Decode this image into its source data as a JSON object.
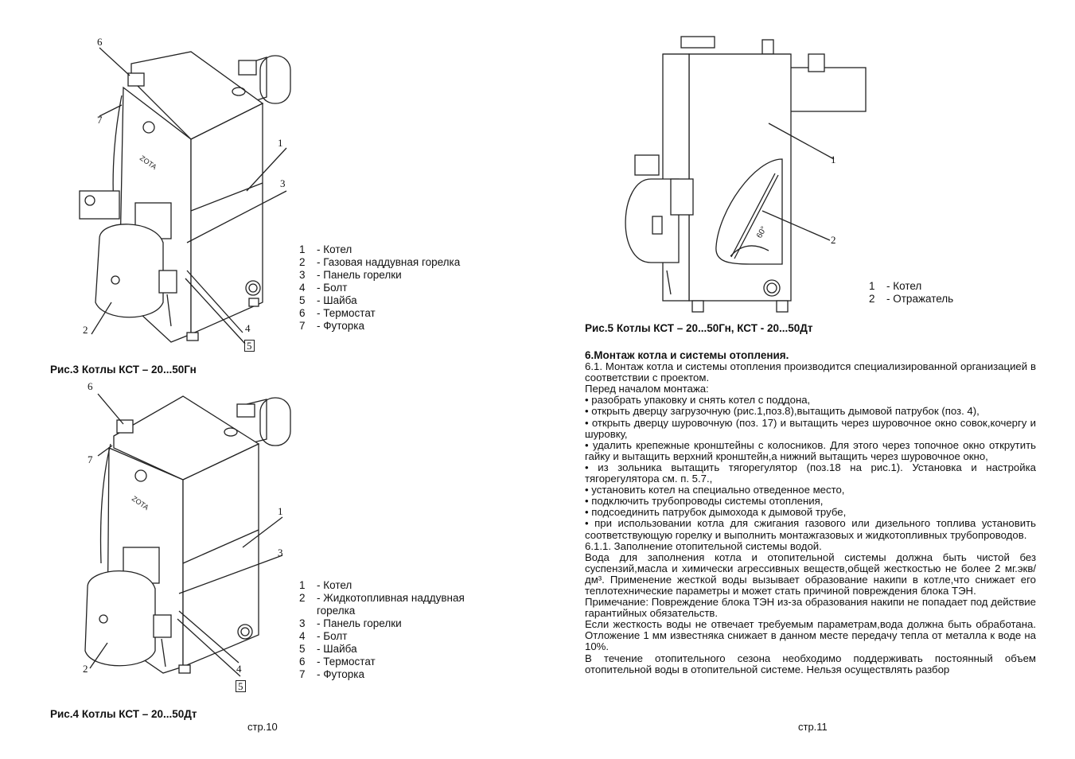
{
  "left_page": {
    "fig3": {
      "caption": "Рис.3 Котлы КСТ – 20...50Гн",
      "brand_logo": "ZOTA",
      "callouts": [
        "6",
        "7",
        "1",
        "3",
        "2",
        "4",
        "5"
      ],
      "legend": [
        {
          "n": "1",
          "t": "- Котел"
        },
        {
          "n": "2",
          "t": "- Газовая наддувная горелка"
        },
        {
          "n": "3",
          "t": "- Панель горелки"
        },
        {
          "n": "4",
          "t": "- Болт"
        },
        {
          "n": "5",
          "t": "- Шайба"
        },
        {
          "n": "6",
          "t": "- Термостат"
        },
        {
          "n": "7",
          "t": "- Футорка"
        }
      ]
    },
    "fig4": {
      "caption": "Рис.4 Котлы КСТ – 20...50Дт",
      "brand_logo": "ZOTA",
      "callouts": [
        "6",
        "7",
        "1",
        "3",
        "2",
        "4",
        "5"
      ],
      "legend": [
        {
          "n": "1",
          "t": "- Котел"
        },
        {
          "n": "2",
          "t": "- Жидкотопливная наддувная"
        },
        {
          "n": "",
          "t": "горелка"
        },
        {
          "n": "3",
          "t": "- Панель горелки"
        },
        {
          "n": "4",
          "t": "- Болт"
        },
        {
          "n": "5",
          "t": "- Шайба"
        },
        {
          "n": "6",
          "t": "- Термостат"
        },
        {
          "n": "7",
          "t": "- Футорка"
        }
      ]
    },
    "page_number": "стр.10"
  },
  "right_page": {
    "fig5": {
      "caption": "Рис.5 Котлы КСТ – 20...50Гн, КСТ - 20...50Дт",
      "callouts": [
        "1",
        "2"
      ],
      "angle_label": "60°",
      "legend": [
        {
          "n": "1",
          "t": "- Котел"
        },
        {
          "n": "2",
          "t": "- Отражатель"
        }
      ]
    },
    "section": {
      "heading": "6.Монтаж  котла и системы отопления.",
      "paragraphs": [
        "6.1. Монтаж котла и  системы отопления производится специализированной организацией в соответствии  с  проектом.",
        "Перед началом монтажа:",
        "• разобрать упаковку и  снять котел с  поддона,",
        "• открыть дверцу загрузочную (рис.1,поз.8),вытащить дымовой патрубок (поз. 4),",
        "• открыть дверцу шуровочную (поз. 17) и  вытащить через шуровочное окно совок,кочергу и  шуровку,",
        "• удалить крепежные кронштейны с  колосников. Для этого через топочное окно открутить гайку и  вытащить верхний кронштейн,а нижний вытащить через шуровочное окно,",
        "• из зольника вытащить тягорегулятор (поз.18 на рис.1). Установка и  настройка тягорегулятора см. п. 5.7.,",
        "• установить котел на специально отведенное место,",
        "• подключить трубопроводы системы отопления,",
        "• подсоединить патрубок дымохода к дымовой трубе,",
        "• при  использовании  котла для сжигания газового или  дизельного топлива установить соответствующую горелку и  выполнить монтажгазовых и жидкотопливных трубопроводов.",
        "6.1.1. Заполнение отопительной системы водой.",
        "Вода для заполнения котла и  отопительной системы должна быть чистой без суспензий,масла и  химически  агрессивных веществ,общей жесткостью не более 2 мг.экв/дм³. Применение жесткой воды вызывает образование накипи в котле,что снижает его теплотехнические параметры и  может стать причиной повреждения блока ТЭН.",
        "Примечание: Повреждение блока ТЭН из-за образования накипи  не попадает под действие гарантийных обязательств.",
        "Если  жесткость воды не отвечает требуемым параметрам,вода должна быть обработана. Отложение 1 мм известняка снижает в данном месте передачу тепла от металла к воде на 10%.",
        "В течение отопительного сезона необходимо поддерживать постоянный объем отопительной воды в отопительной системе. Нельзя осуществлять разбор"
      ]
    },
    "page_number": "стр.11"
  }
}
